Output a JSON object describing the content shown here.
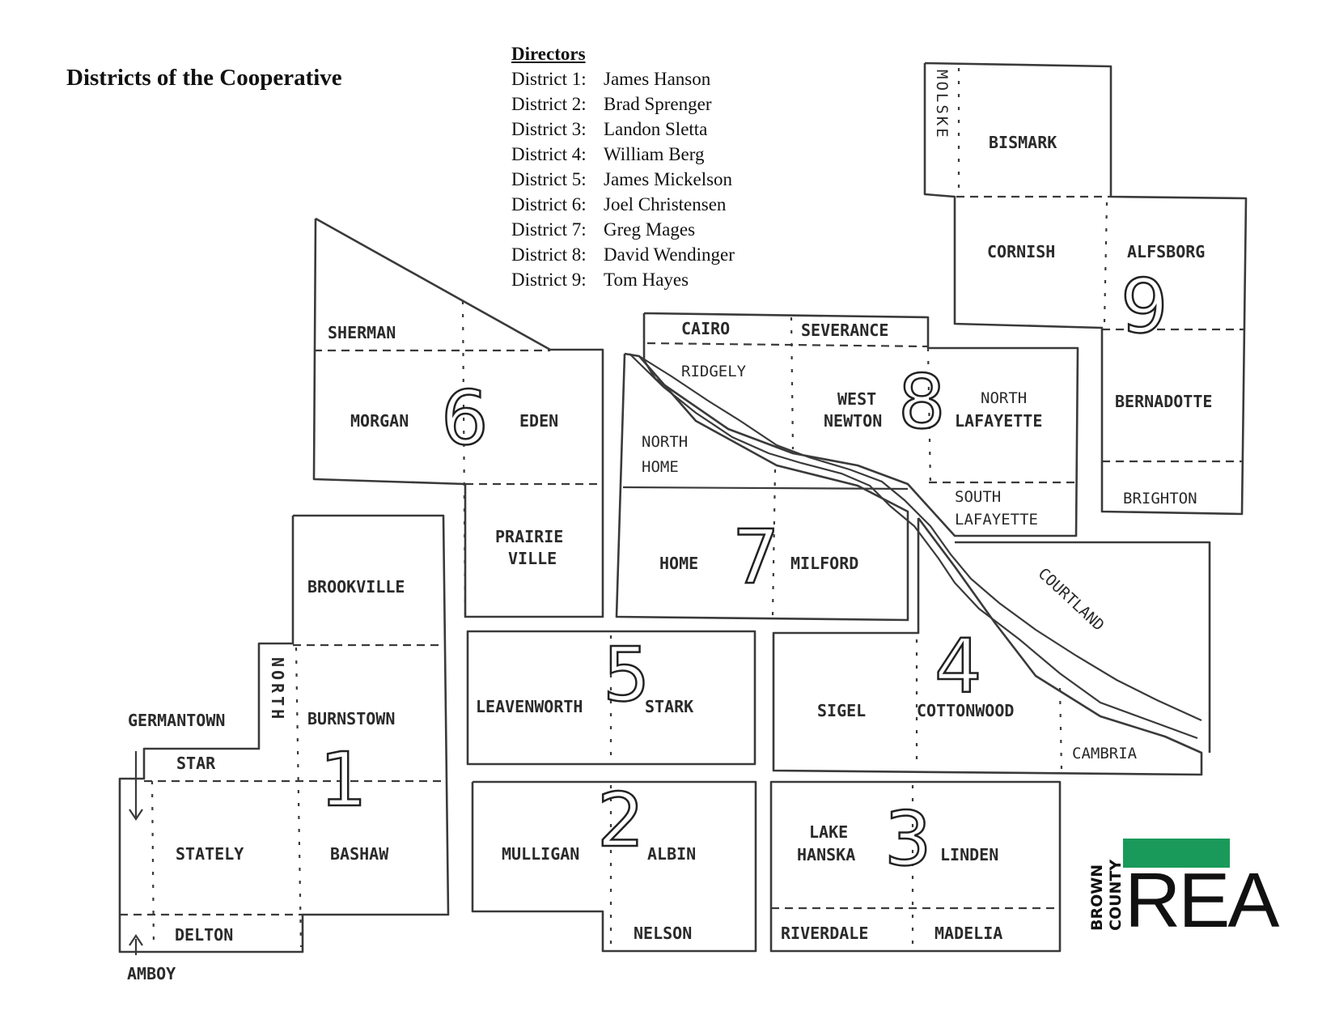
{
  "title": "Districts of the Cooperative",
  "directors": {
    "heading": "Directors",
    "list": [
      {
        "district": "District 1:",
        "name": "James Hanson"
      },
      {
        "district": "District 2:",
        "name": "Brad Sprenger"
      },
      {
        "district": "District 3:",
        "name": "Landon Sletta"
      },
      {
        "district": "District 4:",
        "name": "William Berg"
      },
      {
        "district": "District 5:",
        "name": "James Mickelson"
      },
      {
        "district": "District 6:",
        "name": "Joel Christensen"
      },
      {
        "district": "District 7:",
        "name": "Greg Mages"
      },
      {
        "district": "District 8:",
        "name": "David Wendinger"
      },
      {
        "district": "District 9:",
        "name": "Tom Hayes"
      }
    ]
  },
  "districts": {
    "d1": "1",
    "d2": "2",
    "d3": "3",
    "d4": "4",
    "d5": "5",
    "d6": "6",
    "d7": "7",
    "d8": "8",
    "d9": "9"
  },
  "townships": {
    "sherman": "SHERMAN",
    "morgan": "MORGAN",
    "eden": "EDEN",
    "prairie_1": "PRAIRIE",
    "prairie_2": "VILLE",
    "brookville": "BROOKVILLE",
    "north_vertical": "NORTH",
    "burnstown": "BURNSTOWN",
    "germantown": "GERMANTOWN",
    "star": "STAR",
    "stately": "STATELY",
    "bashaw": "BASHAW",
    "delton": "DELTON",
    "amboy": "AMBOY",
    "cairo": "CAIRO",
    "severance": "SEVERANCE",
    "ridgely": "RIDGELY",
    "west_1": "WEST",
    "west_2": "NEWTON",
    "north_lafayette_1": "NORTH",
    "north_lafayette_2": "LAFAYETTE",
    "north_home_1": "NORTH",
    "north_home_2": "HOME",
    "south_lafayette_1": "SOUTH",
    "south_lafayette_2": "LAFAYETTE",
    "home": "HOME",
    "milford": "MILFORD",
    "leavenworth": "LEAVENWORTH",
    "stark": "STARK",
    "sigel": "SIGEL",
    "cottonwood": "COTTONWOOD",
    "courtland": "COURTLAND",
    "cambria": "CAMBRIA",
    "mulligan": "MULLIGAN",
    "albin": "ALBIN",
    "nelson": "NELSON",
    "lake_hanska_1": "LAKE",
    "lake_hanska_2": "HANSKA",
    "linden": "LINDEN",
    "riverdale": "RIVERDALE",
    "madelia": "MADELIA",
    "molske_vertical": "MOLSKE",
    "bismark": "BISMARK",
    "cornish": "CORNISH",
    "alfsborg": "ALFSBORG",
    "bernadotte": "BERNADOTTE",
    "brighton": "BRIGHTON"
  },
  "logo": {
    "brown": "BROWN",
    "county": "COUNTY",
    "rea": "REA",
    "accent_color": "#1a9a5a"
  }
}
